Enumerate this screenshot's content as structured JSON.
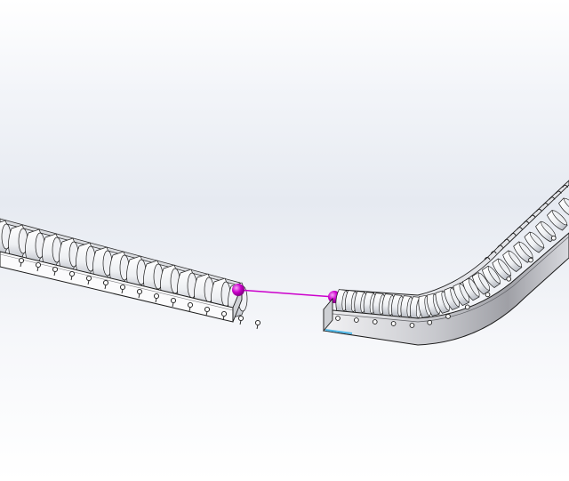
{
  "viewport": {
    "background_top": "#ffffff",
    "background_mid": "#e6eaf1",
    "background_bottom": "#ffffff"
  },
  "model": {
    "components": [
      {
        "kind": "straight-roller-conveyor",
        "roller_count": 15
      },
      {
        "kind": "curved-roller-conveyor",
        "roller_count": 24
      }
    ],
    "mate_connection": {
      "kind": "distance-mate",
      "color": "#cc00cc"
    },
    "highlight_edge_color": "#4fb8e8",
    "roller_color": "#f4f5f7",
    "frame_color": "#1c1c1c"
  }
}
